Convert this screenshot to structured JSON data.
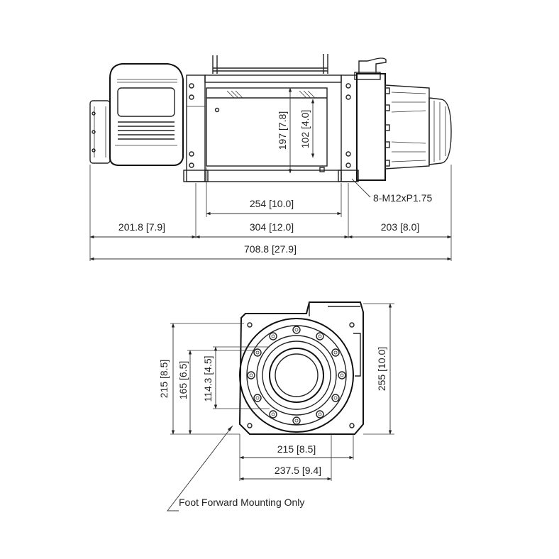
{
  "top_view": {
    "drum_length_label": "254 [10.0]",
    "drum_height_label": "197 [7.8]",
    "drum_diameter_label": "102 [4.0]",
    "bolt_label": "8-M12xP1.75",
    "motor_length_label": "201.8 [7.9]",
    "mount_spacing_label": "304 [12.0]",
    "gearbox_length_label": "203 [8.0]",
    "overall_length_label": "708.8 [27.9]"
  },
  "end_view": {
    "height_215_label": "215 [8.5]",
    "height_165_label": "165 [6.5]",
    "height_114_label": "114.3 [4.5]",
    "height_255_label": "255 [10.0]",
    "width_215_label": "215 [8.5]",
    "width_237_label": "237.5 [9.4]",
    "note": "Foot Forward Mounting Only"
  }
}
